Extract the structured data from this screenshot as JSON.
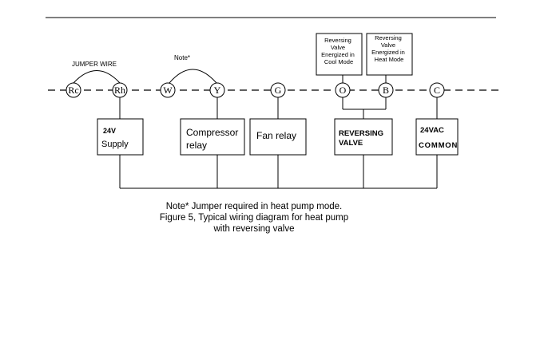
{
  "terminals": {
    "rc": "Rc",
    "rh": "Rh",
    "w": "W",
    "y": "Y",
    "g": "G",
    "o": "O",
    "b": "B",
    "c": "C"
  },
  "labels": {
    "jumper_wire": "JUMPER WIRE",
    "note_star": "Note*",
    "valve_cool": [
      "Reversing",
      "Valve",
      "Energized in",
      "Cool Mode"
    ],
    "valve_heat": [
      "Reversing",
      "Valve",
      "Energized in",
      "Heat  Mode"
    ]
  },
  "boxes": {
    "supply": [
      "24V",
      "Supply"
    ],
    "compressor": [
      "Compressor",
      "relay"
    ],
    "fan": "Fan relay",
    "reversing": [
      "REVERSING",
      "VALVE"
    ],
    "common": [
      "24VAC",
      "COMMON"
    ]
  },
  "caption": {
    "line1": "Note* Jumper required in heat pump mode.",
    "line2": "Figure 5, Typical wiring diagram for heat pump",
    "line3": "with reversing valve"
  }
}
